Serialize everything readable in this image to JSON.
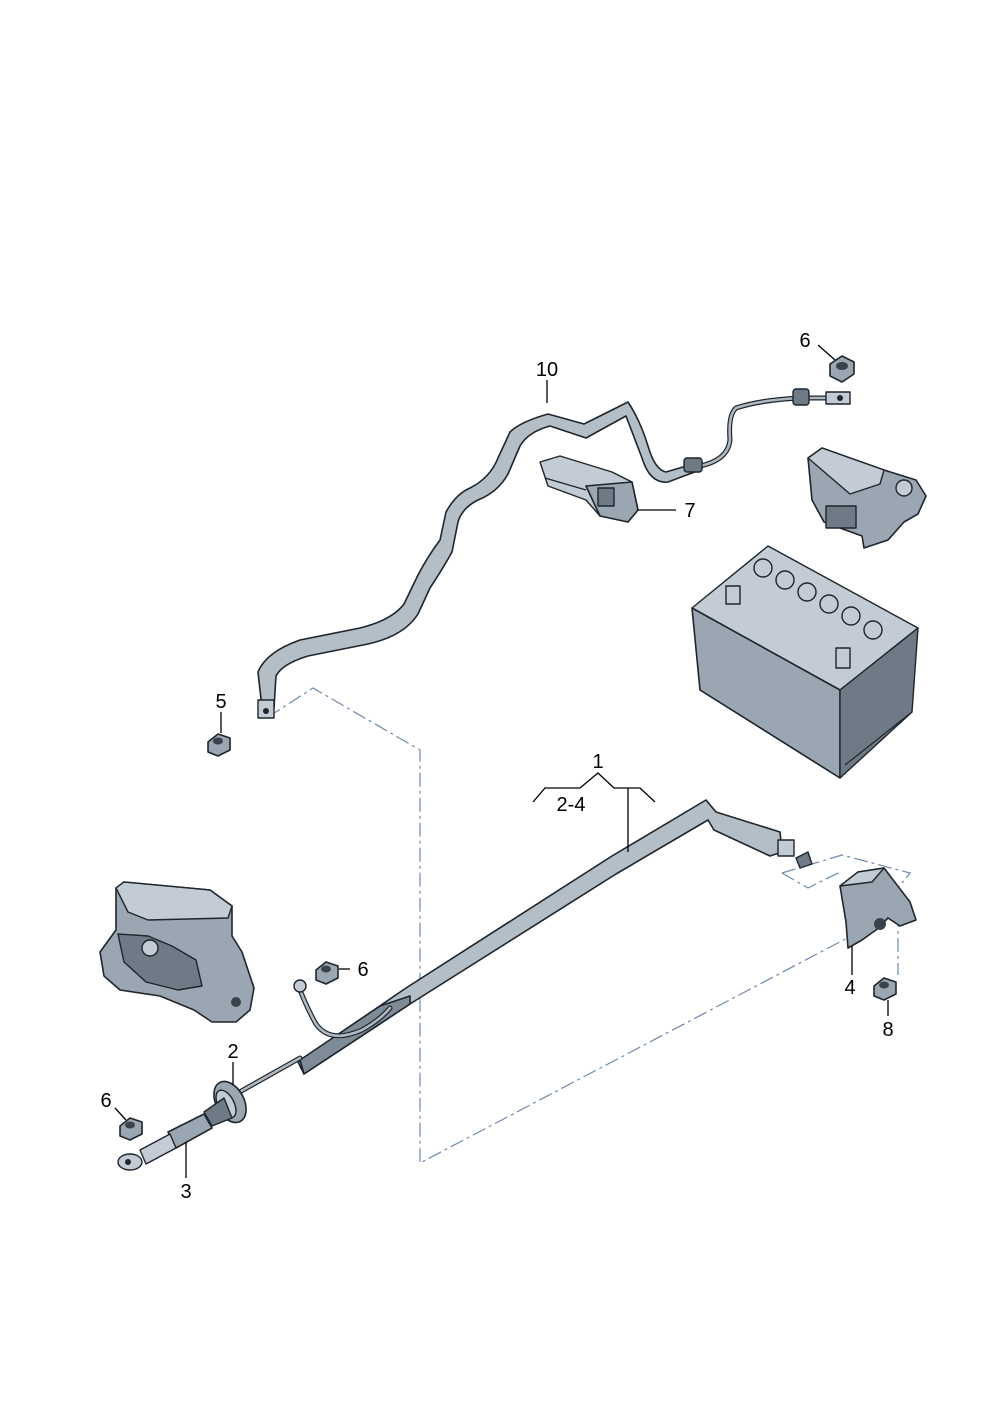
{
  "callouts": {
    "c10": "10",
    "c6_top": "6",
    "c7": "7",
    "c5": "5",
    "c1": "1",
    "c2_4": "2-4",
    "c6_mid": "6",
    "c2": "2",
    "c6_left": "6",
    "c3": "3",
    "c4": "4",
    "c8": "8"
  },
  "icons": [
    "battery-icon",
    "nut-icon",
    "cable-icon",
    "bracket-icon",
    "terminal-icon",
    "cover-icon"
  ],
  "colors": {
    "part_fill": "#9aa6b1",
    "outline": "#1e252c",
    "dash_line": "#6f8aa8"
  }
}
